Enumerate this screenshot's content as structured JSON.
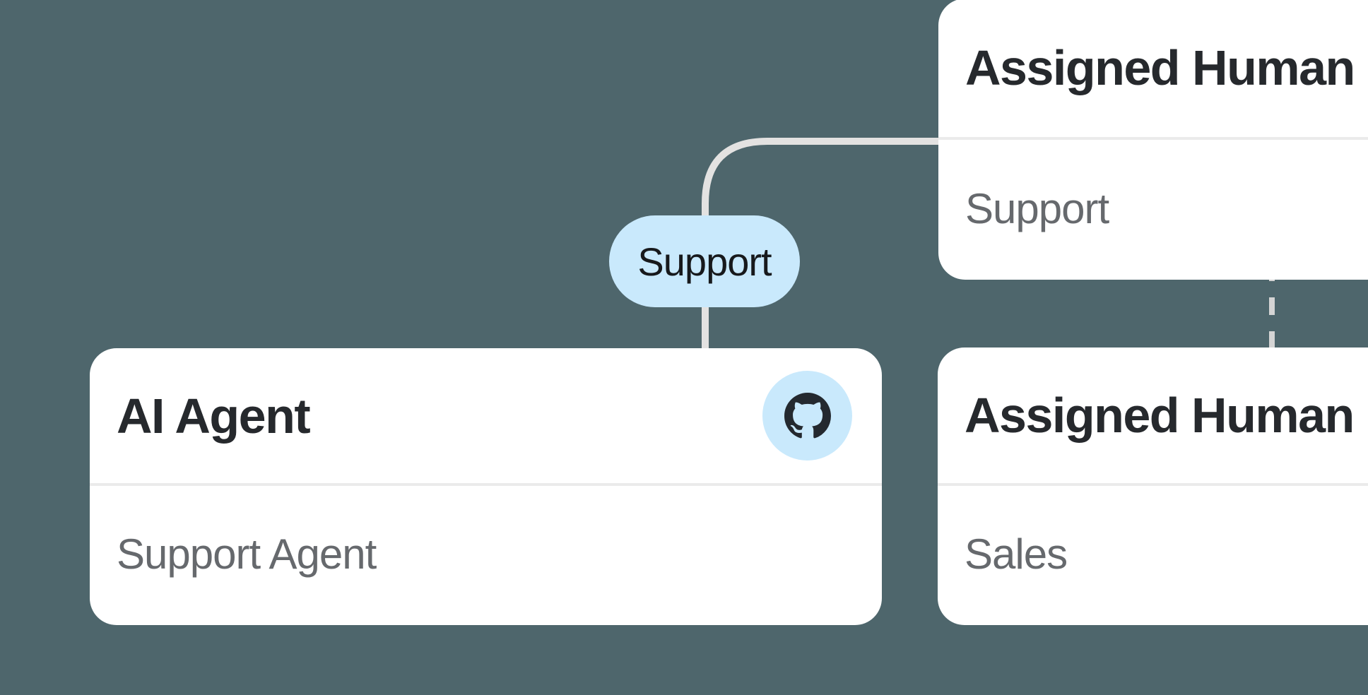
{
  "diagram": {
    "nodes": {
      "top_right": {
        "title": "Assigned Human",
        "subtitle": "Support"
      },
      "bottom_left": {
        "title": "AI Agent",
        "subtitle": "Support Agent",
        "icon": "github"
      },
      "bottom_right": {
        "title": "Assigned Human",
        "subtitle": "Sales"
      }
    },
    "edges": {
      "support_label": "Support"
    }
  },
  "colors": {
    "background": "#4e666c",
    "card": "#ffffff",
    "divider": "#ebebeb",
    "connector": "#e3e2e1",
    "dashed": "#d4d4d4",
    "accent": "#c9e9fc",
    "title": "#26292d",
    "subtitle": "#66696d",
    "pill_text": "#17191c",
    "icon": "#24292f"
  }
}
